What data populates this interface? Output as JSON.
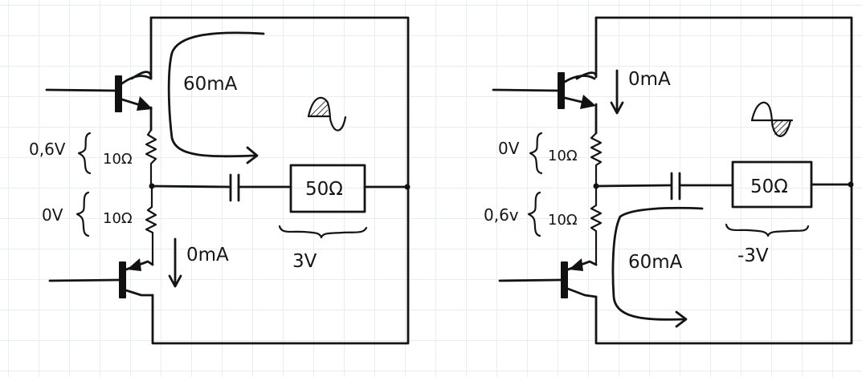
{
  "left_circuit": {
    "upper_current": "60mA",
    "lower_current": "0mA",
    "upper_resistor_voltage": "0,6V",
    "lower_resistor_voltage": "0V",
    "upper_resistor": "10Ω",
    "lower_resistor": "10Ω",
    "load": "50Ω",
    "load_voltage": "3V",
    "active_half_wave": "positive"
  },
  "right_circuit": {
    "upper_current": "0mA",
    "lower_current": "60mA",
    "upper_resistor_voltage": "0V",
    "lower_resistor_voltage": "0,6v",
    "upper_resistor": "10Ω",
    "lower_resistor": "10Ω",
    "load": "50Ω",
    "load_voltage": "-3V",
    "active_half_wave": "negative"
  },
  "colors": {
    "ink": "#141414",
    "grid": "#e6eef3",
    "hatch": "#333333"
  }
}
